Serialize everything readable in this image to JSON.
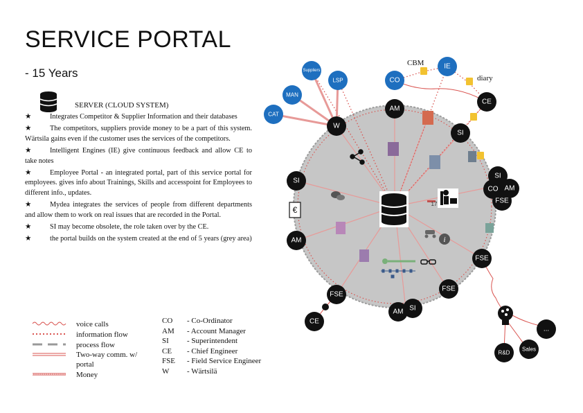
{
  "header": {
    "title": "SERVICE PORTAL",
    "subtitle": "- 15 Years"
  },
  "server": {
    "label": "SERVER (CLOUD SYSTEM)",
    "icon": "database-icon"
  },
  "bullets": [
    "Integrates Competitor & Supplier Information and their databases",
    "The competitors, suppliers provide money to be a part of this system. Wärtsila gains even if the customer uses the services of the competitors.",
    "Intelligent Engines (IE) give continuous feedback and allow CE to take notes",
    "Employee Portal - an integrated portal, part of this service portal for employees. gives info about Trainings, Skills and accesspoint for Employees to different info., updates.",
    "Mydea integrates the services of people from different departments and allow them to work on real issues that are recorded in the Portal.",
    "SI may become obsolete, the role taken over by the CE.",
    "the portal builds on the system created at the end of 5 years (grey area)"
  ],
  "bullet_symbol": "★",
  "legend": [
    {
      "label": "voice calls",
      "style": "wavy"
    },
    {
      "label": "information flow",
      "style": "dotted"
    },
    {
      "label": "process flow",
      "style": "dashed"
    },
    {
      "label": "Two-way comm.  w/",
      "style": "double"
    },
    {
      "label": "portal",
      "style": "none"
    },
    {
      "label": "Money",
      "style": "hatched"
    }
  ],
  "abbreviations": [
    {
      "key": "CO",
      "value": "- Co-Ordinator"
    },
    {
      "key": "AM",
      "value": "- Account Manager"
    },
    {
      "key": "SI",
      "value": "- Superintendent"
    },
    {
      "key": "CE",
      "value": "- Chief Engineer"
    },
    {
      "key": "FSE",
      "value": "- Field Service Engineer"
    },
    {
      "key": "W",
      "value": "- Wärtsilä"
    }
  ],
  "colors": {
    "blue": "#1e6fbf",
    "black": "#111111",
    "grey": "#c6c6c6",
    "red": "#d9534f",
    "yellow": "#f2c230"
  },
  "diagram": {
    "outside_labels": {
      "cbm": "CBM",
      "diary": "diary"
    },
    "blue_nodes": [
      "Suppliers",
      "LSP",
      "MAN",
      "CAT",
      "CO",
      "IE"
    ],
    "black_nodes": [
      "W",
      "AM",
      "CE",
      "SI",
      "SI",
      "CO",
      "AM",
      "FSE",
      "SI",
      "AM",
      "FSE",
      "FSE",
      "AM",
      "SI",
      "FSE",
      "CE",
      "R&D",
      "Sales",
      "..."
    ]
  }
}
